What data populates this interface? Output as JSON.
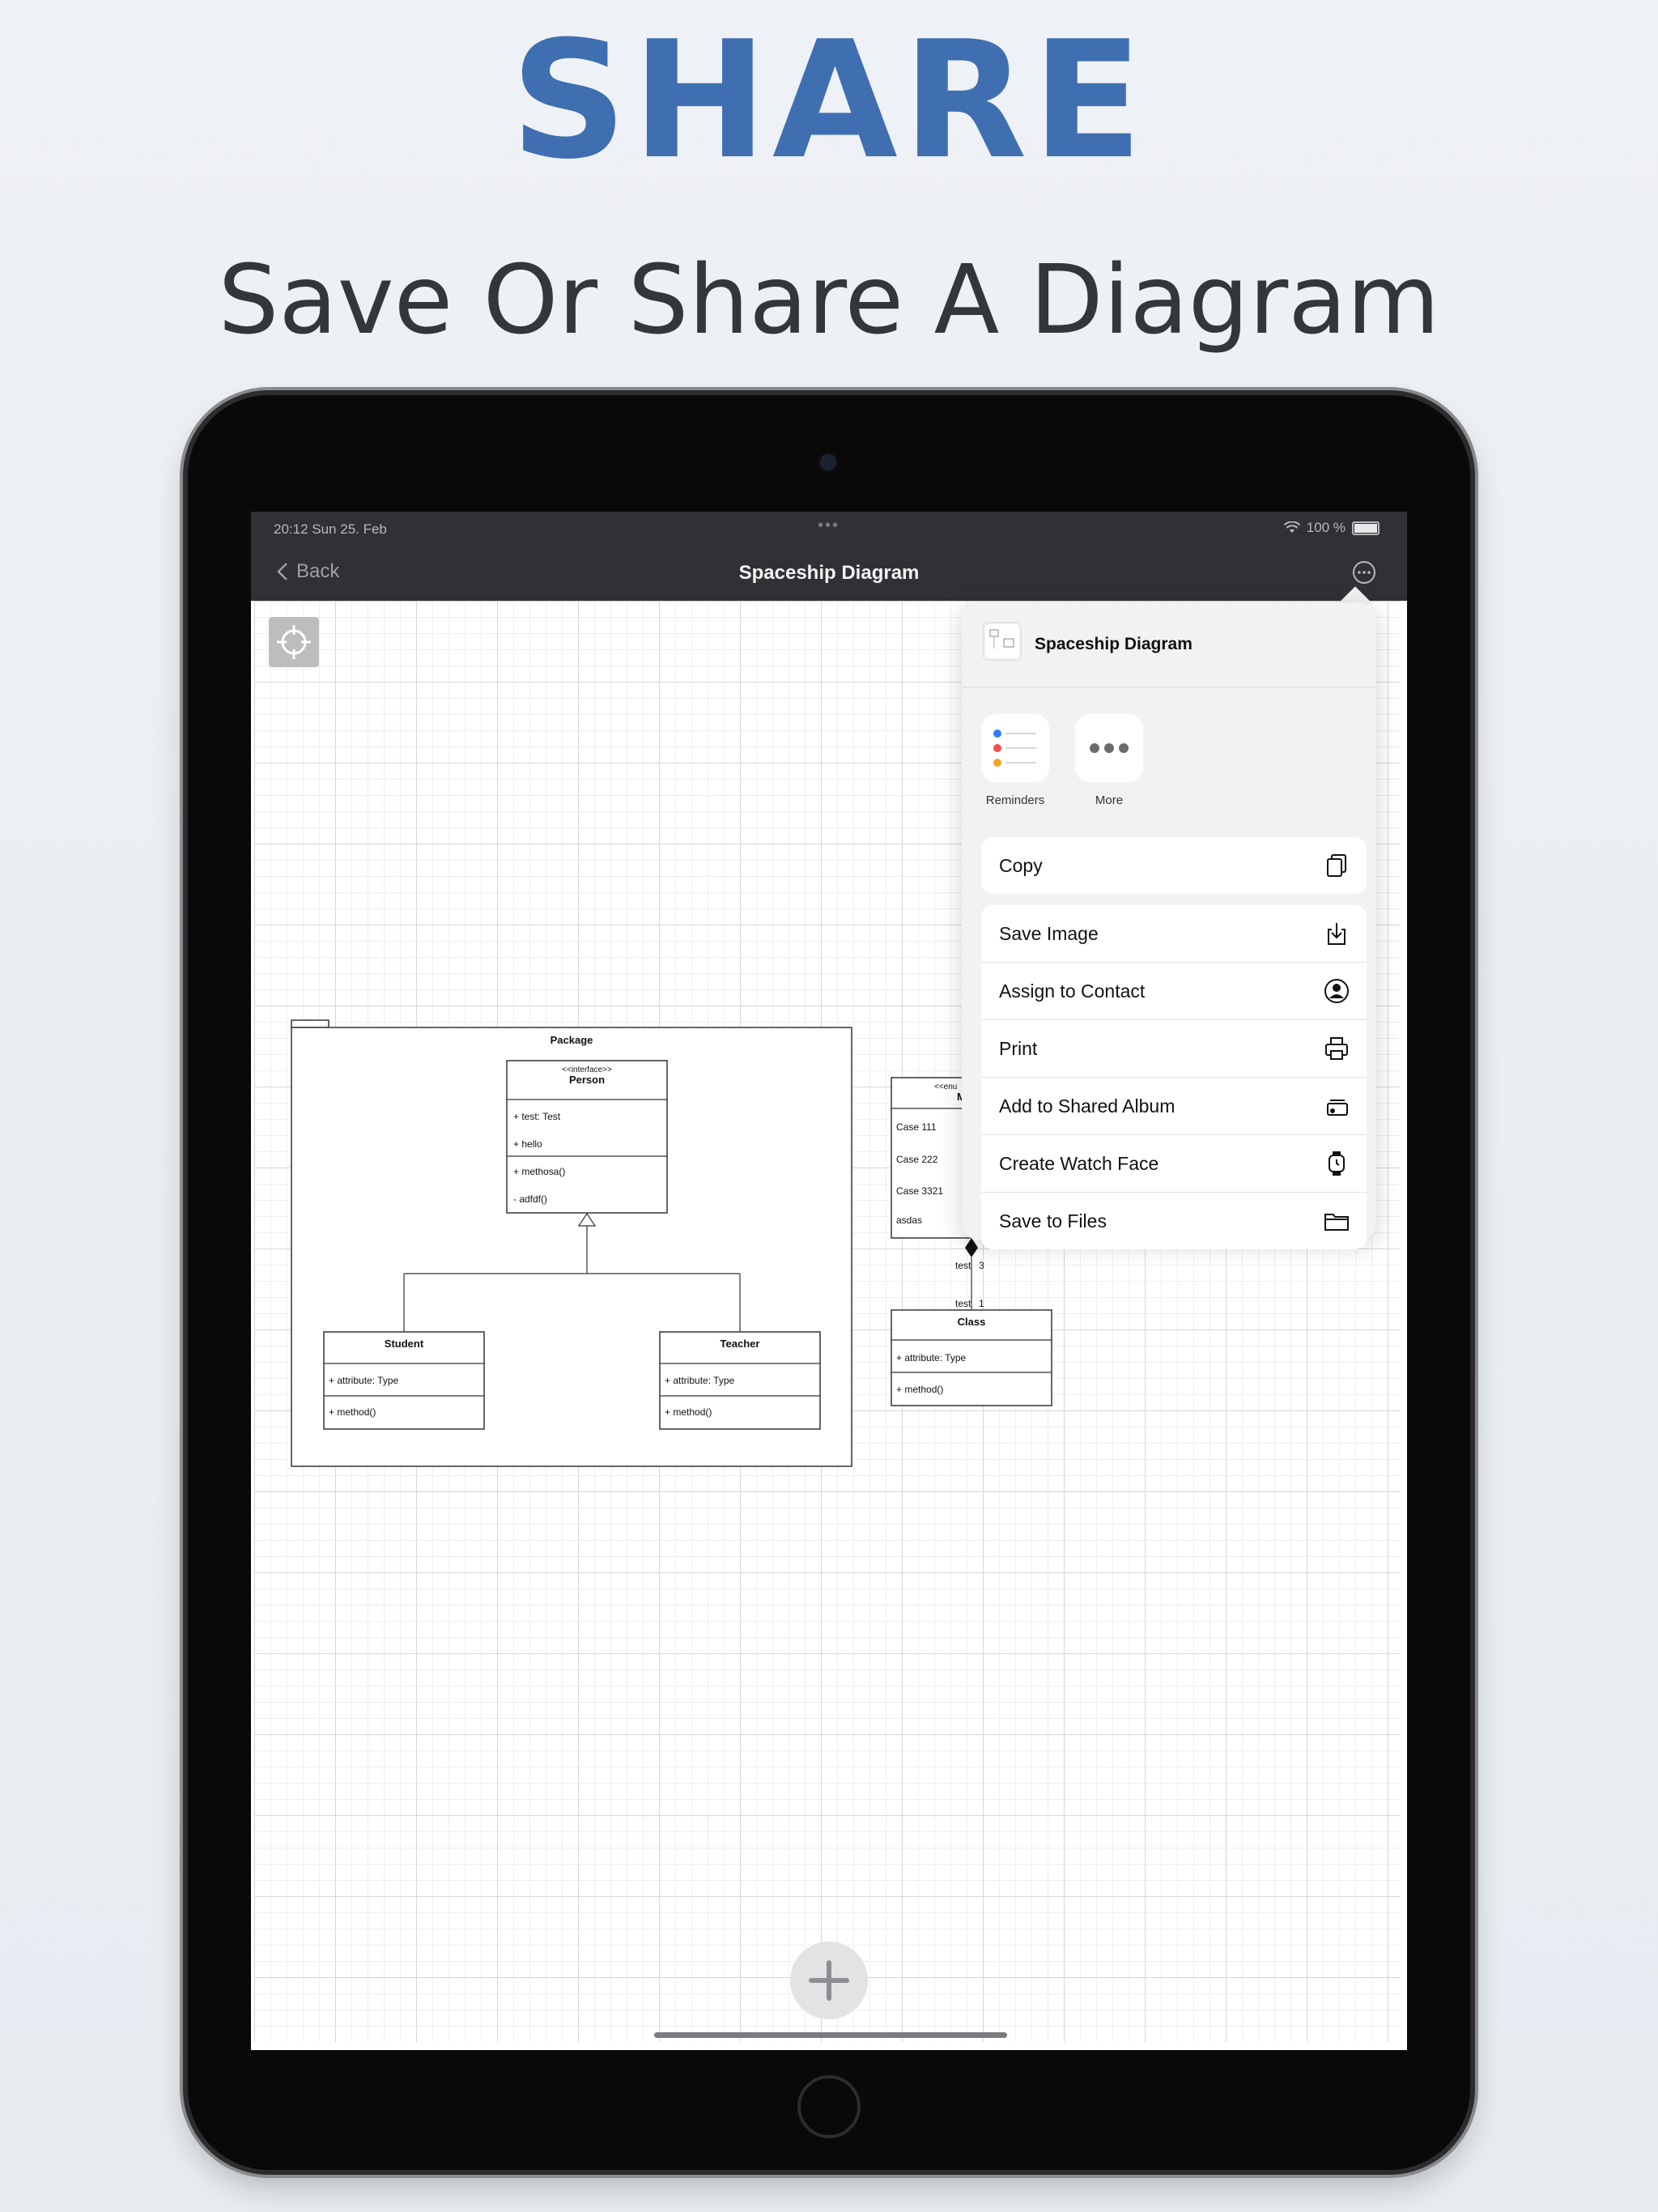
{
  "promo": {
    "headline": "SHARE",
    "subheadline": "Save Or Share A Diagram"
  },
  "status_bar": {
    "time": "20:12   Sun 25. Feb",
    "battery": "100 %"
  },
  "nav": {
    "back_label": "Back",
    "title": "Spaceship Diagram"
  },
  "diagram": {
    "package_label": "Package",
    "person": {
      "stereotype": "<<interface>>",
      "name": "Person",
      "attributes": [
        "+ test: Test",
        "+ hello"
      ],
      "methods": [
        "+ methosa()",
        "- adfdf()"
      ]
    },
    "student": {
      "name": "Student",
      "attribute": "+ attribute: Type",
      "method": "+ method()"
    },
    "teacher": {
      "name": "Teacher",
      "attribute": "+ attribute: Type",
      "method": "+ method()"
    },
    "enum_box": {
      "stereotype": "<<enu",
      "name_partial": "M",
      "cases": [
        "Case 111",
        "Case 222",
        "Case 3321",
        "asdas"
      ]
    },
    "association": {
      "top_role": "test",
      "top_multiplicity": "3",
      "bottom_role": "test",
      "bottom_multiplicity": "1"
    },
    "class_box": {
      "name": "Class",
      "attribute": "+ attribute: Type",
      "method": "+ method()"
    }
  },
  "share_sheet": {
    "title": "Spaceship Diagram",
    "apps": [
      {
        "label": "Reminders",
        "icon": "reminders-icon"
      },
      {
        "label": "More",
        "icon": "more-icon"
      }
    ],
    "actions_top": [
      {
        "label": "Copy",
        "icon": "copy-icon"
      }
    ],
    "actions": [
      {
        "label": "Save Image",
        "icon": "save-image-icon"
      },
      {
        "label": "Assign to Contact",
        "icon": "contact-icon"
      },
      {
        "label": "Print",
        "icon": "printer-icon"
      },
      {
        "label": "Add to Shared Album",
        "icon": "shared-album-icon"
      },
      {
        "label": "Create Watch Face",
        "icon": "watch-icon"
      },
      {
        "label": "Save to Files",
        "icon": "folder-icon"
      }
    ]
  },
  "colors": {
    "headline": "#3f6fb1",
    "subheadline": "#33373c",
    "navbar": "#2f3135",
    "sheet_background": "#f2f2f4"
  }
}
